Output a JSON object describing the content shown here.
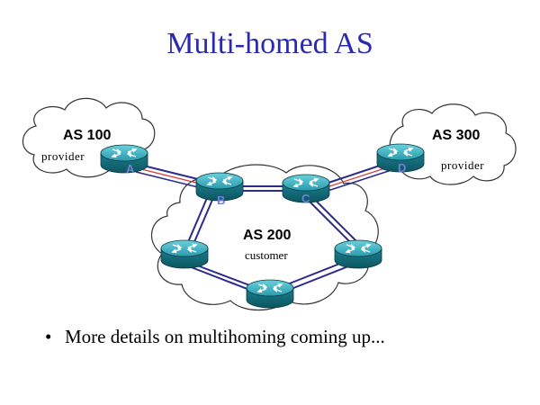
{
  "title": "Multi-homed AS",
  "clouds": {
    "as100": {
      "name": "AS 100",
      "role": "provider"
    },
    "as200": {
      "name": "AS 200",
      "role": "customer"
    },
    "as300": {
      "name": "AS 300",
      "role": "provider"
    }
  },
  "routers": {
    "a": "A",
    "b": "B",
    "c": "C",
    "d": "D"
  },
  "colors": {
    "title": "#2a2ab0",
    "link_blue": "#2b2b8c",
    "link_red": "#d23a3a",
    "router_body": "#1a8a9a",
    "cloud_stroke": "#333333"
  },
  "bullet": {
    "marker": "•",
    "text": "More details on multihoming coming up..."
  }
}
